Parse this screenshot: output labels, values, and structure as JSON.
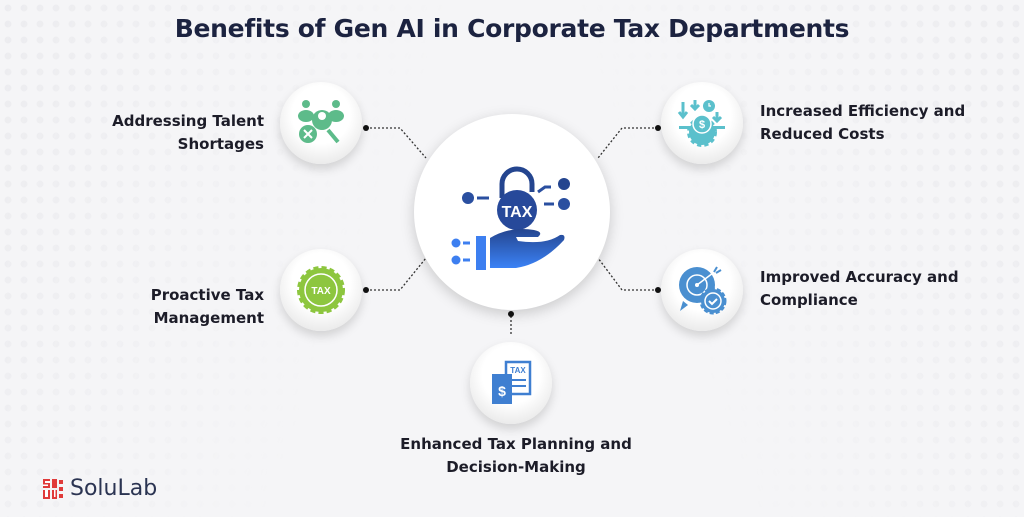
{
  "title": "Benefits of Gen AI in Corporate Tax Departments",
  "center": {
    "icon": "tax-lock-hand-icon",
    "badge": "TAX"
  },
  "benefits": [
    {
      "label_line1": "Addressing Talent",
      "label_line2": "Shortages",
      "icon": "talent-search-icon",
      "color": "#5dbb8a"
    },
    {
      "label_line1": "Proactive Tax",
      "label_line2": "Management",
      "icon": "tax-gear-icon",
      "color": "#8dc63f",
      "badge": "TAX"
    },
    {
      "label_line1": "Enhanced Tax Planning and",
      "label_line2": "Decision-Making",
      "icon": "tax-document-icon",
      "color": "#3f7fd1",
      "badge": "TAX"
    },
    {
      "label_line1": "Increased Efficiency and",
      "label_line2": "Reduced Costs",
      "icon": "cost-gear-icon",
      "color": "#5bc0cc"
    },
    {
      "label_line1": "Improved Accuracy and",
      "label_line2": "Compliance",
      "icon": "target-check-icon",
      "color": "#4a8fd0"
    }
  ],
  "brand": {
    "name": "SoluLab",
    "color": "#e03a3a"
  }
}
